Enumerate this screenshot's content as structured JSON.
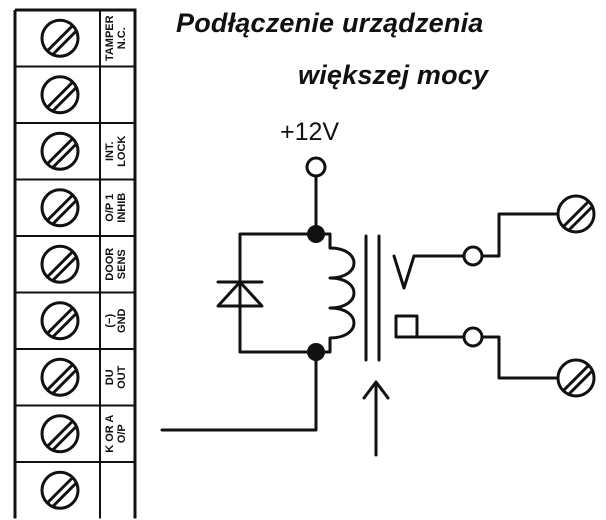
{
  "title": {
    "line1": "Podłączenie urządzenia",
    "line2": "większej mocy"
  },
  "terminals": [
    {
      "line1": "TAMPER",
      "line2": "N.C."
    },
    {
      "line1": "",
      "line2": ""
    },
    {
      "line1": "INT.",
      "line2": "LOCK"
    },
    {
      "line1": "O/P 1",
      "line2": "INHIB"
    },
    {
      "line1": "DOOR",
      "line2": "SENS"
    },
    {
      "line1": "(−)",
      "line2": "GND"
    },
    {
      "line1": "DU",
      "line2": "OUT"
    },
    {
      "line1": "K OR A",
      "line2": "O/P"
    },
    {
      "line1": "",
      "line2": ""
    }
  ],
  "supply_label": "+12V",
  "colors": {
    "ink": "#111111",
    "background": "#ffffff"
  }
}
